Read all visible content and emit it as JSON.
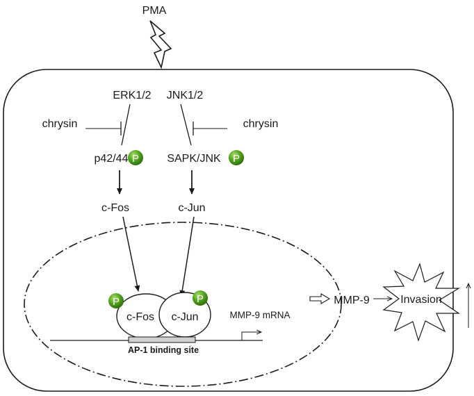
{
  "stimulus": {
    "label": "PMA",
    "icon": "lightning-bolt-icon"
  },
  "pathway_left": {
    "kinase": "ERK1/2",
    "inhibitor": "chrysin",
    "phospho_form": "p42/44",
    "transcription_factor": "c-Fos"
  },
  "pathway_right": {
    "kinase": "JNK1/2",
    "inhibitor": "chrysin",
    "phospho_form": "SAPK/JNK",
    "transcription_factor": "c-Jun"
  },
  "phospho_badge": {
    "letter": "P",
    "color": "#4fa21b",
    "icon": "phosphate-badge-icon"
  },
  "nucleus": {
    "complex_left": "c-Fos",
    "complex_right": "c-Jun",
    "mrna": "MMP-9 mRNA",
    "binding_site": "AP-1 binding site"
  },
  "output": {
    "protein": "MMP-9",
    "effect": "Invasion",
    "effect_icon": "starburst-icon",
    "trend_icon": "up-arrow-icon"
  }
}
